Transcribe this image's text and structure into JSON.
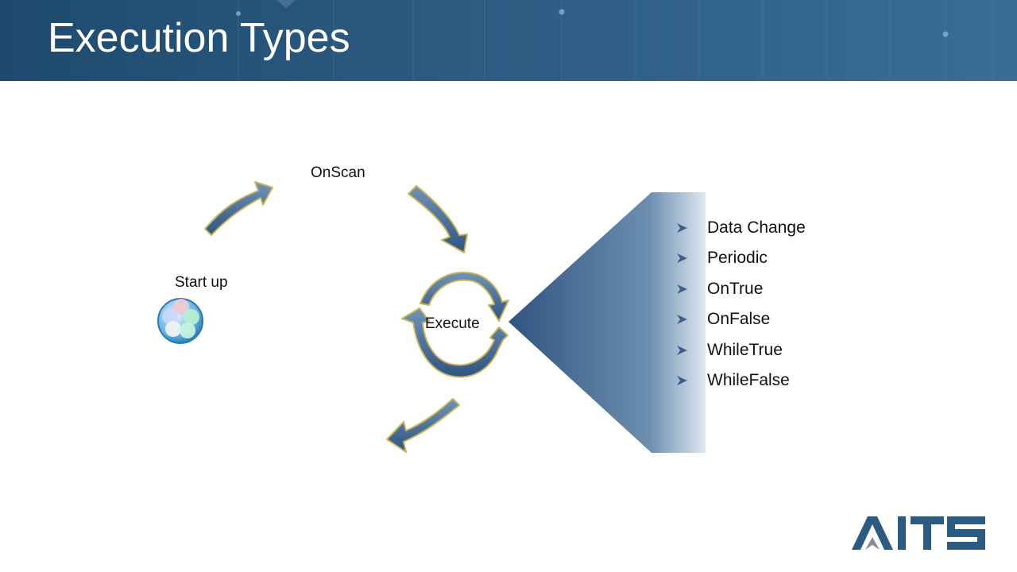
{
  "slide": {
    "title": "Execution Types"
  },
  "diagram": {
    "startup_label": "Start up",
    "onscan_label": "OnScan",
    "execute_label": "Execute",
    "execution_types": [
      "Data Change",
      "Periodic",
      "OnTrue",
      "OnFalse",
      "WhileTrue",
      "WhileFalse"
    ]
  },
  "logo": {
    "text": "AITS",
    "color": "#2c5b82",
    "accent_color": "#8a8f96"
  },
  "colors": {
    "header": "#2c5b82",
    "arrow_fill": "#4a6f96",
    "arrow_outline": "#c9b45a",
    "wedge": "#3a5f8a"
  }
}
